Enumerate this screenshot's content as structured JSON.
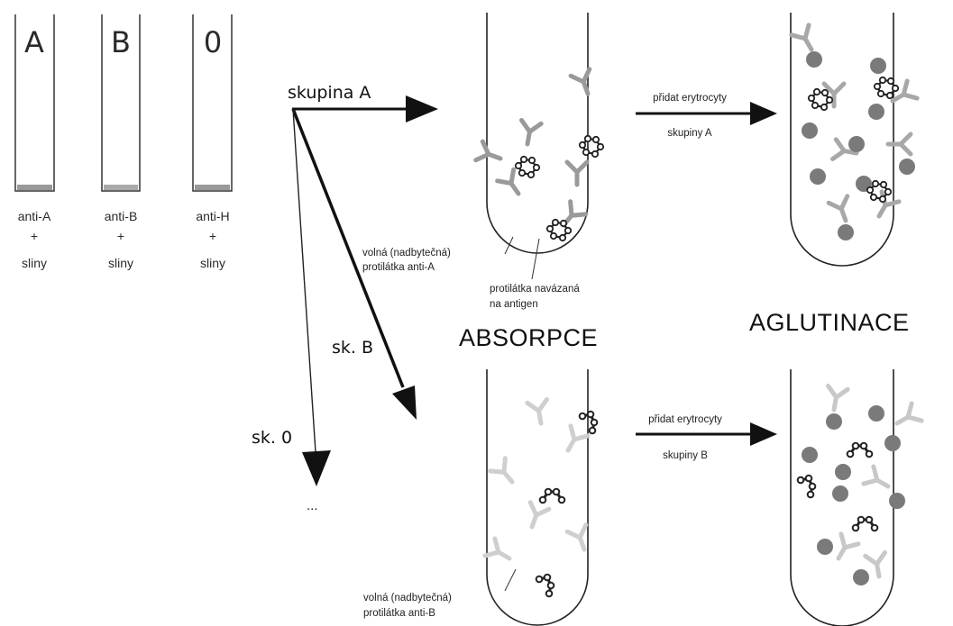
{
  "diagram": {
    "tubes_small": [
      {
        "letter": "A",
        "line1": "anti-A",
        "plus": "+",
        "line2": "sliny"
      },
      {
        "letter": "B",
        "line1": "anti-B",
        "plus": "+",
        "line2": "sliny"
      },
      {
        "letter": "0",
        "line1": "anti-H",
        "plus": "+",
        "line2": "sliny"
      }
    ],
    "branches": {
      "group_a": "skupina A",
      "group_b": "sk. B",
      "group_0": "sk. 0",
      "more": "..."
    },
    "steps": {
      "a_top": "přidat erytrocyty",
      "a_bottom": "skupiny A",
      "b_top": "přidat erytrocyty",
      "b_bottom": "skupiny B"
    },
    "annotations": {
      "free_a_1": "volná (nadbytečná)",
      "free_a_2": "protilátka anti-A",
      "bound_1": "protilátka navázaná",
      "bound_2": "na antigen",
      "free_b_1": "volná (nadbytečná)",
      "free_b_2": "protilátka anti-B"
    },
    "headings": {
      "absorption": "ABSORPCE",
      "agglutination": "AGLUTINACE"
    }
  }
}
